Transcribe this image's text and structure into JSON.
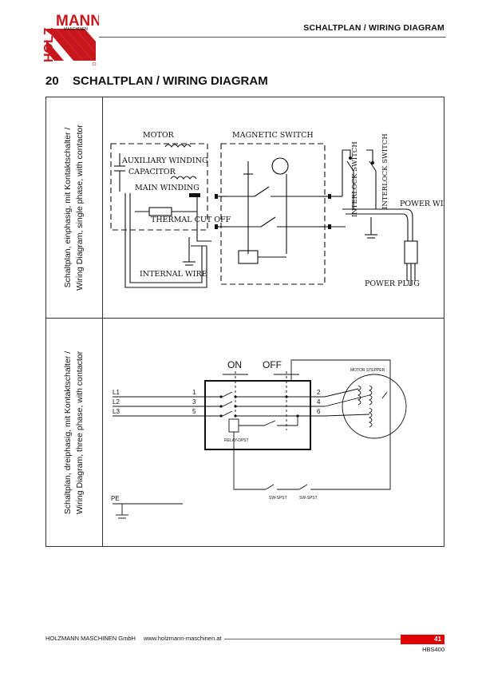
{
  "brand": {
    "word_top": "MANN",
    "word_side": "HOLZ",
    "subtitle": "MASCHINEN",
    "color": "#c8161d"
  },
  "header": {
    "title": "SCHALTPLAN / WIRING DIAGRAM"
  },
  "section": {
    "number": "20",
    "title": "SCHALTPLAN / WIRING DIAGRAM"
  },
  "rows": [
    {
      "label_line1": "Schaltplan, einphasig, mit Kontaktschalter /",
      "label_line2": "Wiring Diagram, single phase, with contactor",
      "diagram": {
        "motor": "MOTOR",
        "magnetic_switch": "MAGNETIC SWITCH",
        "aux_winding": "AUXILIARY WINDING",
        "capacitor": "CAPACITOR",
        "main_winding": "MAIN WINDING",
        "thermal_cut_off": "THERMAL CUT OFF",
        "internal_wire": "INTERNAL WIRE",
        "interlock_switch_a": "INTERLOCK SWITCH",
        "interlock_switch_b": "INTERLOCK SWITCH",
        "power_wire": "POWER WIRE",
        "power_plug": "POWER PLUG"
      }
    },
    {
      "label_line1": "Schaltplan, dreiphasig, mit Kontaktschalter /",
      "label_line2": "Wiring Diagram, three phase, with contactor",
      "diagram": {
        "on": "ON",
        "off": "OFF",
        "l1": "L1",
        "l2": "L2",
        "l3": "L3",
        "pe": "PE",
        "t1": "1",
        "t3": "3",
        "t5": "5",
        "t2": "2",
        "t4": "4",
        "t6": "6",
        "relay": "RELAY-DPST",
        "motor_stepper": "MOTOR STEPPER",
        "sw_a": "SW-SPST",
        "sw_b": "SW-SPST"
      }
    }
  ],
  "footer": {
    "company": "HOLZMANN MASCHINEN GmbH",
    "url": "www.holzmann-maschinen.at",
    "page": "41",
    "model": "HBS400"
  }
}
